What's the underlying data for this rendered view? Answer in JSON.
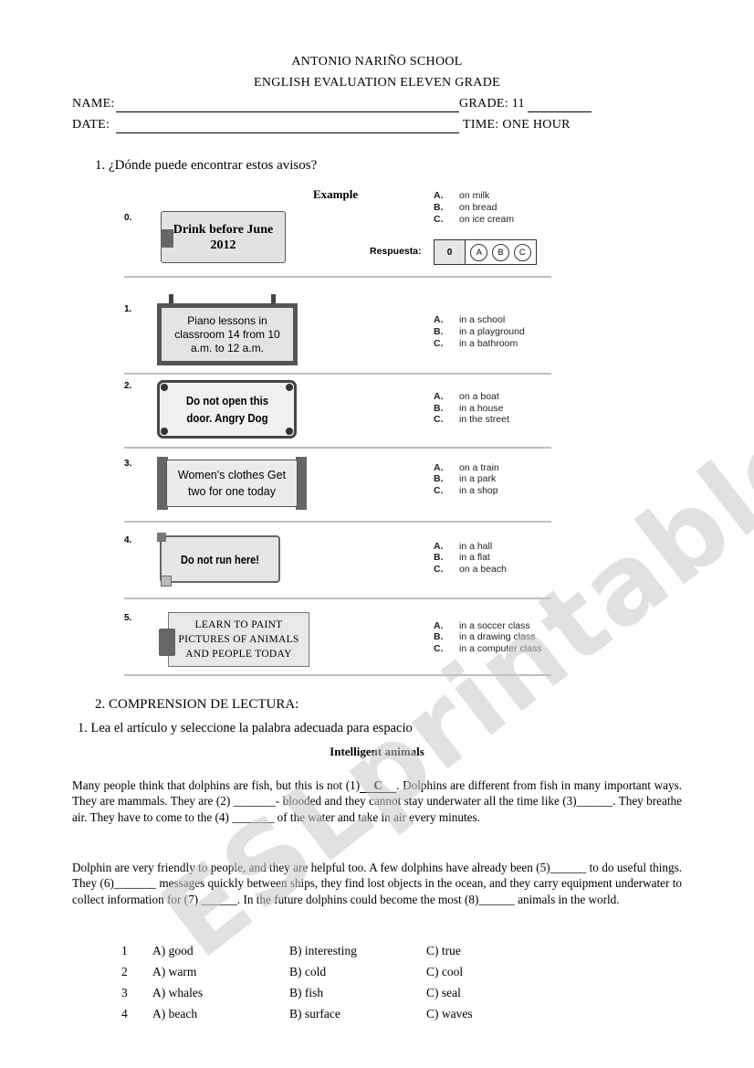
{
  "header": {
    "school": "ANTONIO NARIÑO SCHOOL",
    "title": "ENGLISH EVALUATION ELEVEN GRADE",
    "name_label": "NAME:",
    "grade_label": "GRADE: 11",
    "date_label": "DATE:",
    "time_label": "TIME: ONE HOUR"
  },
  "section1": {
    "heading": "1.   ¿Dónde puede encontrar estos avisos?",
    "example_label": "Example",
    "answer_label": "Respuesta:",
    "answer_num": "0",
    "bubbles": [
      "A",
      "B",
      "C"
    ],
    "items": [
      {
        "num": "0.",
        "sign": "Drink before June 2012",
        "options": [
          {
            "l": "A.",
            "t": "on milk"
          },
          {
            "l": "B.",
            "t": "on bread"
          },
          {
            "l": "C.",
            "t": "on ice cream"
          }
        ]
      },
      {
        "num": "1.",
        "sign": "Piano lessons in classroom 14 from 10 a.m. to 12 a.m.",
        "options": [
          {
            "l": "A.",
            "t": "in a school"
          },
          {
            "l": "B.",
            "t": "in a playground"
          },
          {
            "l": "C.",
            "t": "in a bathroom"
          }
        ]
      },
      {
        "num": "2.",
        "sign": "Do not open this door. Angry Dog",
        "options": [
          {
            "l": "A.",
            "t": "on a boat"
          },
          {
            "l": "B.",
            "t": "in a house"
          },
          {
            "l": "C.",
            "t": "in the street"
          }
        ]
      },
      {
        "num": "3.",
        "sign": "Women's clothes Get two for one today",
        "options": [
          {
            "l": "A.",
            "t": "on a train"
          },
          {
            "l": "B.",
            "t": "in a park"
          },
          {
            "l": "C.",
            "t": "in a shop"
          }
        ]
      },
      {
        "num": "4.",
        "sign": "Do not run here!",
        "options": [
          {
            "l": "A.",
            "t": "in a hall"
          },
          {
            "l": "B.",
            "t": "in a flat"
          },
          {
            "l": "C.",
            "t": "on a beach"
          }
        ]
      },
      {
        "num": "5.",
        "sign": "LEARN TO PAINT PICTURES OF ANIMALS AND PEOPLE TODAY",
        "options": [
          {
            "l": "A.",
            "t": "in a soccer class"
          },
          {
            "l": "B.",
            "t": "in a drawing class"
          },
          {
            "l": "C.",
            "t": "in a computer class"
          }
        ]
      }
    ]
  },
  "section2": {
    "heading": "2.   COMPRENSION DE LECTURA:",
    "instruction": "1.    Lea el artículo y seleccione la palabra adecuada para espacio",
    "article_title": "Intelligent animals",
    "para1_a": "Many people think that dolphins are fish, but this is not (1)",
    "para1_answer": "C",
    "para1_b": ". Dolphins are different from fish in many important ways. They are mammals. They are (2) _______- blooded and they cannot stay underwater all the time like (3)______. They breathe air. They have to come to the (4) _______ of the water and take in air every minutes.",
    "para2": "Dolphin are very friendly to people, and they are helpful too. A few dolphins have already been (5)______ to do useful things. They (6)_______ messages quickly between ships, they find lost objects in the ocean, and they carry equipment underwater to collect information for (7) ______. In the future dolphins could become the most (8)______ animals in the world.",
    "answers": [
      {
        "n": "1",
        "a": "A) good",
        "b": "B) interesting",
        "c": "C) true"
      },
      {
        "n": "2",
        "a": "A) warm",
        "b": "B) cold",
        "c": "C) cool"
      },
      {
        "n": "3",
        "a": "A) whales",
        "b": "B) fish",
        "c": "C) seal"
      },
      {
        "n": "4",
        "a": "A) beach",
        "b": "B) surface",
        "c": "C) waves"
      }
    ]
  },
  "watermark": "ESLprintables.com"
}
